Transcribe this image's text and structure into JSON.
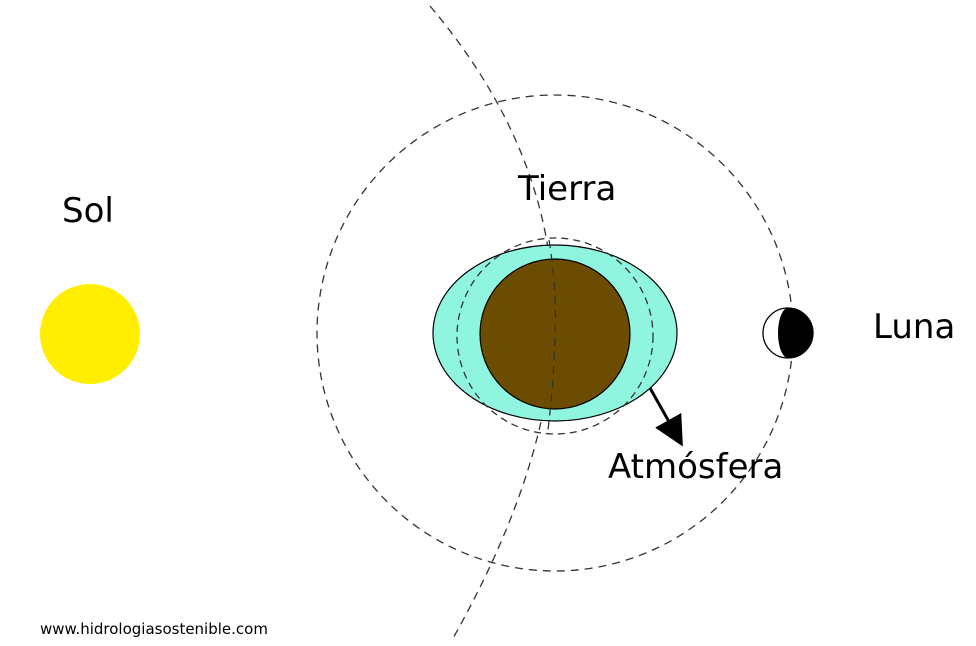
{
  "labels": {
    "sun": "Sol",
    "earth": "Tierra",
    "moon": "Luna",
    "atmosphere": "Atmósfera",
    "website": "www.hidrologiasostenible.com"
  },
  "colors": {
    "sun": "#ffee00",
    "earth": "#6b4c00",
    "atmosphere": "#8ff5df",
    "moon": "#000000",
    "orbit": "#333333"
  },
  "icons": {
    "sun": "sun-icon",
    "earth": "earth-icon",
    "moon": "moon-icon",
    "arrow": "arrow-icon"
  }
}
